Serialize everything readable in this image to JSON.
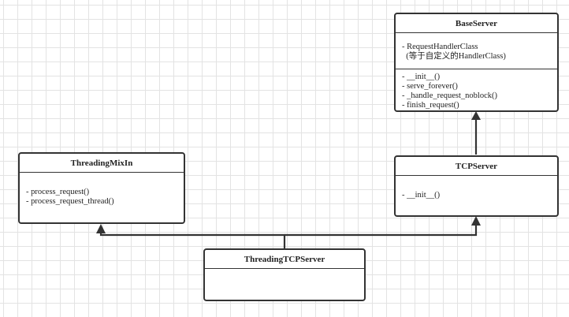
{
  "classes": {
    "base_server": {
      "name": "BaseServer",
      "attributes": [
        "- RequestHandlerClass",
        "  (等于自定义的HandlerClass)"
      ],
      "methods": [
        "- __init__()",
        "- serve_forever()",
        "- _handle_request_noblock()",
        "- finish_request()"
      ]
    },
    "tcp_server": {
      "name": "TCPServer",
      "methods": [
        "- __init__()"
      ]
    },
    "threading_mixin": {
      "name": "ThreadingMixIn",
      "methods": [
        "- process_request()",
        "- process_request_thread()"
      ]
    },
    "threading_tcp_server": {
      "name": "ThreadingTCPServer"
    }
  },
  "relations": [
    {
      "from": "TCPServer",
      "to": "BaseServer",
      "type": "inheritance"
    },
    {
      "from": "ThreadingTCPServer",
      "to": "ThreadingMixIn",
      "type": "inheritance"
    },
    {
      "from": "ThreadingTCPServer",
      "to": "TCPServer",
      "type": "inheritance"
    }
  ]
}
